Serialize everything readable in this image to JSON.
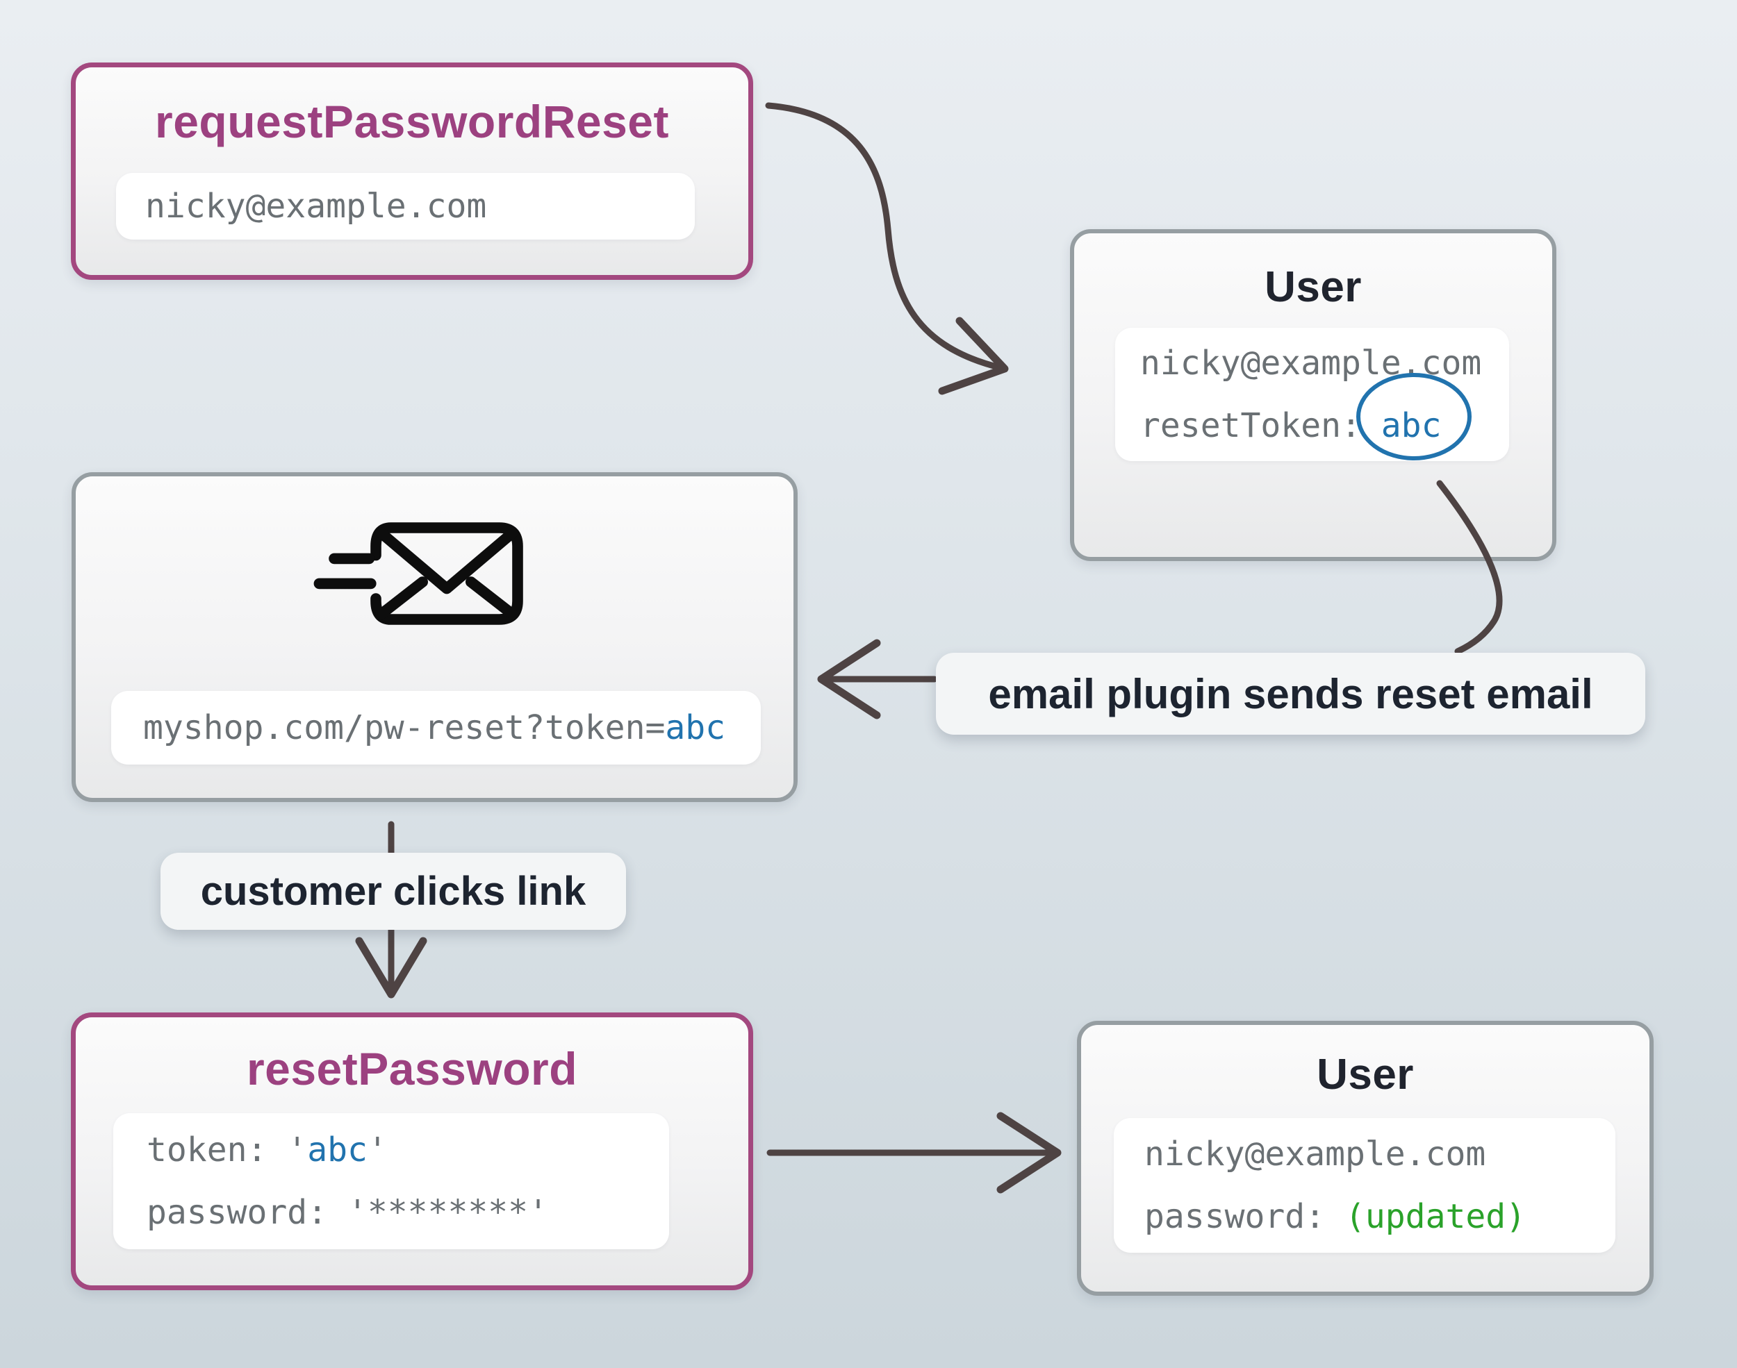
{
  "colors": {
    "background_top": "#eaeef2",
    "background_bottom": "#ccd6dc",
    "purple_border": "#a3487f",
    "purple_title": "#9c4180",
    "gray_border": "#969ea2",
    "title_dark": "#20242e",
    "code_gray": "#6a7074",
    "code_blue": "#2173ae",
    "code_green": "#2aa22a",
    "arrow": "#4e4343",
    "label_text": "#1d2430"
  },
  "boxes": {
    "request_password_reset": {
      "title": "requestPasswordReset",
      "email": "nicky@example.com"
    },
    "user_top": {
      "title": "User",
      "email": "nicky@example.com",
      "reset_token_label": "resetToken: ",
      "reset_token_value": "abc"
    },
    "email_message": {
      "icon": "mail-fast-icon",
      "url_prefix": "myshop.com/pw-reset?token=",
      "url_token": "abc"
    },
    "reset_password": {
      "title": "resetPassword",
      "token_prefix": "token: '",
      "token_value": "abc",
      "token_suffix": "'",
      "password_line": "password: '********'"
    },
    "user_bottom": {
      "title": "User",
      "email": "nicky@example.com",
      "password_label": "password: ",
      "password_value": "(updated)"
    }
  },
  "labels": {
    "email_plugin": "email plugin sends reset email",
    "customer_clicks": "customer clicks link"
  }
}
